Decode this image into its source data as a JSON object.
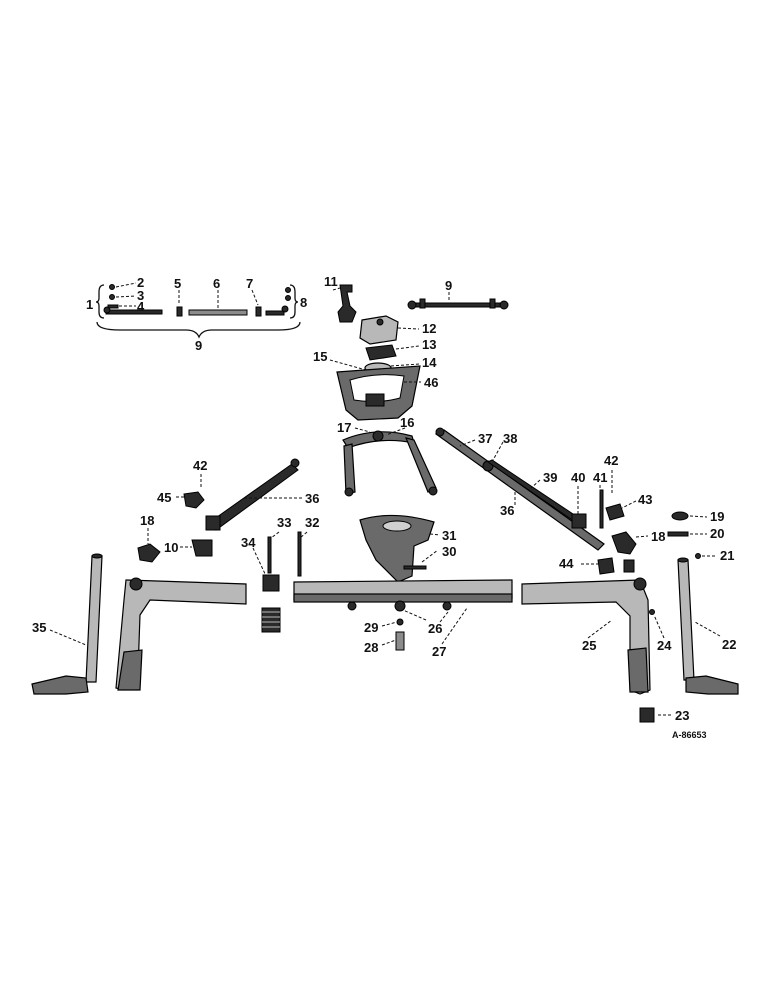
{
  "diagram": {
    "drawing_id": "A-86653",
    "callouts": {
      "c1": "1",
      "c2": "2",
      "c3": "3",
      "c4": "4",
      "c5": "5",
      "c6": "6",
      "c7": "7",
      "c8": "8",
      "c9a": "9",
      "c9b": "9",
      "c10": "10",
      "c11": "11",
      "c12": "12",
      "c13": "13",
      "c14": "14",
      "c15": "15",
      "c16": "16",
      "c17": "17",
      "c18a": "18",
      "c18b": "18",
      "c19": "19",
      "c20": "20",
      "c21": "21",
      "c22": "22",
      "c23": "23",
      "c24": "24",
      "c25": "25",
      "c26": "26",
      "c27": "27",
      "c28": "28",
      "c29": "29",
      "c30": "30",
      "c31": "31",
      "c32": "32",
      "c33": "33",
      "c34": "34",
      "c35": "35",
      "c36a": "36",
      "c36b": "36",
      "c37": "37",
      "c38": "38",
      "c39": "39",
      "c40": "40",
      "c41": "41",
      "c42a": "42",
      "c42b": "42",
      "c43": "43",
      "c44": "44",
      "c45": "45",
      "c46": "46"
    }
  }
}
